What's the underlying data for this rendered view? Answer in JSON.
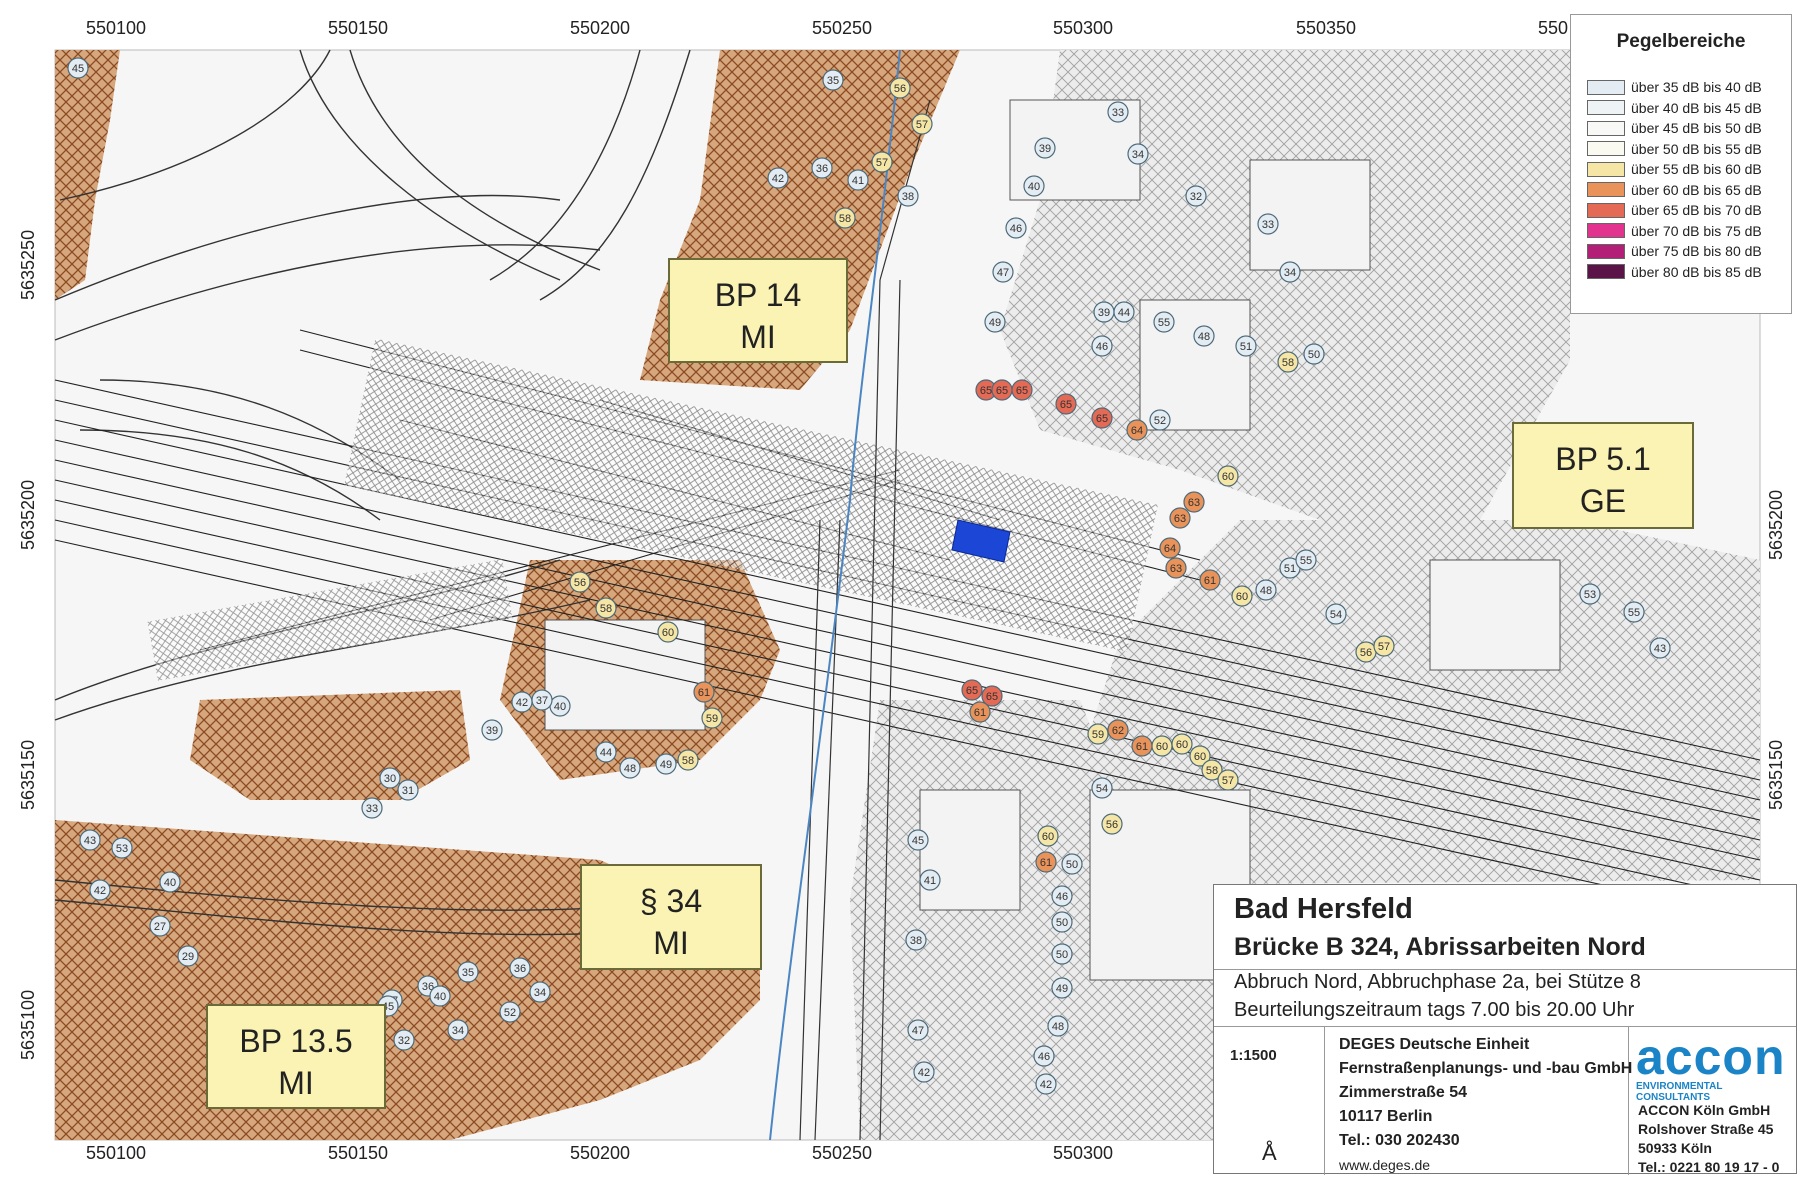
{
  "axes": {
    "x_top": [
      "550100",
      "550150",
      "550200",
      "550250",
      "550300",
      "550350",
      "550"
    ],
    "x_bottom": [
      "550100",
      "550150",
      "550200",
      "550250",
      "550300"
    ],
    "y_left": [
      "5635250",
      "5635200",
      "5635150",
      "5635100"
    ],
    "y_right": [
      "5635200",
      "5635150"
    ]
  },
  "zones": {
    "bp14": {
      "line1": "BP 14",
      "line2": "MI"
    },
    "bp51": {
      "line1": "BP 5.1",
      "line2": "GE"
    },
    "s34": {
      "line1": "§ 34",
      "line2": "MI"
    },
    "bp135": {
      "line1": "BP 13.5",
      "line2": "MI"
    }
  },
  "legend": {
    "title": "Pegelbereiche",
    "items": [
      {
        "label": "über 35 dB bis 40 dB",
        "color": "#e3ecf2"
      },
      {
        "label": "über 40 dB bis 45 dB",
        "color": "#eef3f5"
      },
      {
        "label": "über 45 dB bis 50 dB",
        "color": "#f8f8f6"
      },
      {
        "label": "über 50 dB bis 55 dB",
        "color": "#fbfaf0"
      },
      {
        "label": "über 55 dB bis 60 dB",
        "color": "#f5e6a6"
      },
      {
        "label": "über 60 dB bis 65 dB",
        "color": "#e9935a"
      },
      {
        "label": "über 65 dB bis 70 dB",
        "color": "#e46a55"
      },
      {
        "label": "über 70 dB bis 75 dB",
        "color": "#e2338f"
      },
      {
        "label": "über 75 dB bis 80 dB",
        "color": "#b31f77"
      },
      {
        "label": "über 80 dB bis 85 dB",
        "color": "#5a1448"
      }
    ]
  },
  "title_block": {
    "city": "Bad Hersfeld",
    "project": "Brücke B 324, Abrissarbeiten Nord",
    "desc1": "Abbruch Nord, Abbruchphase 2a, bei Stütze 8",
    "desc2": "Beurteilungszeitraum tags 7.00 bis 20.00 Uhr",
    "scale": "1:1500",
    "client_name": "DEGES Deutsche Einheit",
    "client_line2": "Fernstraßenplanungs- und -bau GmbH",
    "client_street": "Zimmerstraße 54",
    "client_city": "10117 Berlin",
    "client_phone": "Tel.: 030 202430",
    "client_web": "www.deges.de",
    "logo": "accon",
    "logo_sub": "ENVIRONMENTAL CONSULTANTS",
    "contractor_name": "ACCON Köln GmbH",
    "contractor_street": "Rolshover Straße 45",
    "contractor_city": "50933 Köln",
    "contractor_phone": "Tel.: 0221 80 19 17 - 0",
    "north_symbol": "Å"
  },
  "receivers": [
    {
      "v": "45",
      "c": "#e3ecf2"
    },
    {
      "v": "35",
      "c": "#e3ecf2"
    },
    {
      "v": "56",
      "c": "#f5e6a6"
    },
    {
      "v": "57",
      "c": "#f5e6a6"
    },
    {
      "v": "57",
      "c": "#f5e6a6"
    },
    {
      "v": "41",
      "c": "#e3ecf2"
    },
    {
      "v": "36",
      "c": "#e3ecf2"
    },
    {
      "v": "58",
      "c": "#f5e6a6"
    },
    {
      "v": "57",
      "c": "#f5e6a6"
    },
    {
      "v": "42",
      "c": "#e3ecf2"
    },
    {
      "v": "38",
      "c": "#e3ecf2"
    },
    {
      "v": "39",
      "c": "#e3ecf2"
    },
    {
      "v": "40",
      "c": "#e3ecf2"
    },
    {
      "v": "46",
      "c": "#e3ecf2"
    },
    {
      "v": "47",
      "c": "#e3ecf2"
    },
    {
      "v": "49",
      "c": "#e3ecf2"
    },
    {
      "v": "33",
      "c": "#e3ecf2"
    },
    {
      "v": "34",
      "c": "#e3ecf2"
    },
    {
      "v": "32",
      "c": "#e3ecf2"
    },
    {
      "v": "33",
      "c": "#e3ecf2"
    },
    {
      "v": "34",
      "c": "#e3ecf2"
    },
    {
      "v": "39",
      "c": "#e3ecf2"
    },
    {
      "v": "44",
      "c": "#e3ecf2"
    },
    {
      "v": "46",
      "c": "#e3ecf2"
    },
    {
      "v": "55",
      "c": "#e3ecf2"
    },
    {
      "v": "48",
      "c": "#e3ecf2"
    },
    {
      "v": "51",
      "c": "#e3ecf2"
    },
    {
      "v": "58",
      "c": "#f5e6a6"
    },
    {
      "v": "50",
      "c": "#e3ecf2"
    },
    {
      "v": "65",
      "c": "#e46a55"
    },
    {
      "v": "65",
      "c": "#e46a55"
    },
    {
      "v": "65",
      "c": "#e46a55"
    },
    {
      "v": "65",
      "c": "#e46a55"
    },
    {
      "v": "65",
      "c": "#e46a55"
    },
    {
      "v": "64",
      "c": "#e9935a"
    },
    {
      "v": "52",
      "c": "#e3ecf2"
    },
    {
      "v": "60",
      "c": "#f5e6a6"
    },
    {
      "v": "63",
      "c": "#e9935a"
    },
    {
      "v": "63",
      "c": "#e9935a"
    },
    {
      "v": "64",
      "c": "#e9935a"
    },
    {
      "v": "63",
      "c": "#e9935a"
    },
    {
      "v": "61",
      "c": "#e9935a"
    },
    {
      "v": "60",
      "c": "#f5e6a6"
    },
    {
      "v": "48",
      "c": "#e3ecf2"
    },
    {
      "v": "51",
      "c": "#e3ecf2"
    },
    {
      "v": "55",
      "c": "#e3ecf2"
    },
    {
      "v": "54",
      "c": "#e3ecf2"
    },
    {
      "v": "56",
      "c": "#f5e6a6"
    },
    {
      "v": "57",
      "c": "#f5e6a6"
    },
    {
      "v": "65",
      "c": "#e46a55"
    },
    {
      "v": "65",
      "c": "#e46a55"
    },
    {
      "v": "61",
      "c": "#e9935a"
    },
    {
      "v": "59",
      "c": "#f5e6a6"
    },
    {
      "v": "62",
      "c": "#e9935a"
    },
    {
      "v": "61",
      "c": "#e9935a"
    },
    {
      "v": "60",
      "c": "#f5e6a6"
    },
    {
      "v": "60",
      "c": "#f5e6a6"
    },
    {
      "v": "60",
      "c": "#f5e6a6"
    },
    {
      "v": "58",
      "c": "#f5e6a6"
    },
    {
      "v": "57",
      "c": "#f5e6a6"
    },
    {
      "v": "54",
      "c": "#e3ecf2"
    },
    {
      "v": "56",
      "c": "#f5e6a6"
    },
    {
      "v": "60",
      "c": "#f5e6a6"
    },
    {
      "v": "61",
      "c": "#e9935a"
    },
    {
      "v": "50",
      "c": "#e3ecf2"
    },
    {
      "v": "46",
      "c": "#e3ecf2"
    },
    {
      "v": "50",
      "c": "#e3ecf2"
    },
    {
      "v": "50",
      "c": "#e3ecf2"
    },
    {
      "v": "49",
      "c": "#e3ecf2"
    },
    {
      "v": "48",
      "c": "#e3ecf2"
    },
    {
      "v": "46",
      "c": "#e3ecf2"
    },
    {
      "v": "42",
      "c": "#e3ecf2"
    },
    {
      "v": "45",
      "c": "#e3ecf2"
    },
    {
      "v": "41",
      "c": "#e3ecf2"
    },
    {
      "v": "38",
      "c": "#e3ecf2"
    },
    {
      "v": "47",
      "c": "#e3ecf2"
    },
    {
      "v": "42",
      "c": "#e3ecf2"
    },
    {
      "v": "56",
      "c": "#f5e6a6"
    },
    {
      "v": "58",
      "c": "#f5e6a6"
    },
    {
      "v": "60",
      "c": "#f5e6a6"
    },
    {
      "v": "61",
      "c": "#e9935a"
    },
    {
      "v": "59",
      "c": "#f5e6a6"
    },
    {
      "v": "58",
      "c": "#f5e6a6"
    },
    {
      "v": "49",
      "c": "#e3ecf2"
    },
    {
      "v": "48",
      "c": "#e3ecf2"
    },
    {
      "v": "44",
      "c": "#e3ecf2"
    },
    {
      "v": "40",
      "c": "#e3ecf2"
    },
    {
      "v": "37",
      "c": "#e3ecf2"
    },
    {
      "v": "42",
      "c": "#e3ecf2"
    },
    {
      "v": "39",
      "c": "#e3ecf2"
    },
    {
      "v": "31",
      "c": "#e3ecf2"
    },
    {
      "v": "30",
      "c": "#e3ecf2"
    },
    {
      "v": "33",
      "c": "#e3ecf2"
    },
    {
      "v": "29",
      "c": "#e3ecf2"
    },
    {
      "v": "27",
      "c": "#e3ecf2"
    },
    {
      "v": "40",
      "c": "#e3ecf2"
    },
    {
      "v": "42",
      "c": "#e3ecf2"
    },
    {
      "v": "43",
      "c": "#e3ecf2"
    },
    {
      "v": "53",
      "c": "#e3ecf2"
    },
    {
      "v": "37",
      "c": "#e3ecf2"
    },
    {
      "v": "35",
      "c": "#e3ecf2"
    },
    {
      "v": "36",
      "c": "#e3ecf2"
    },
    {
      "v": "34",
      "c": "#e3ecf2"
    },
    {
      "v": "52",
      "c": "#e3ecf2"
    },
    {
      "v": "34",
      "c": "#e3ecf2"
    },
    {
      "v": "36",
      "c": "#e3ecf2"
    },
    {
      "v": "32",
      "c": "#e3ecf2"
    },
    {
      "v": "45",
      "c": "#e3ecf2"
    },
    {
      "v": "40",
      "c": "#e3ecf2"
    },
    {
      "v": "53",
      "c": "#e3ecf2"
    },
    {
      "v": "55",
      "c": "#e3ecf2"
    },
    {
      "v": "43",
      "c": "#e3ecf2"
    }
  ]
}
